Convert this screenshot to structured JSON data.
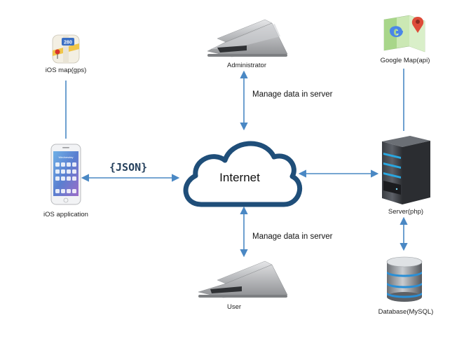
{
  "nodes": {
    "ios_map": {
      "label": "iOS map(gps)",
      "icon": "apple-maps-icon",
      "badge": "280"
    },
    "ios_app": {
      "label": "iOS application",
      "icon": "iphone-icon",
      "screen_title": "Wednesday"
    },
    "admin": {
      "label": "Administrator",
      "icon": "laptop-icon"
    },
    "user": {
      "label": "User",
      "icon": "laptop-icon"
    },
    "internet": {
      "label": "Internet",
      "icon": "cloud-icon"
    },
    "google_map": {
      "label": "Google Map(api)",
      "icon": "google-maps-icon"
    },
    "server": {
      "label": "Server(php)",
      "icon": "server-icon"
    },
    "database": {
      "label": "Database(MySQL)",
      "icon": "database-icon"
    }
  },
  "edges": {
    "top": {
      "label": "Manage data in server"
    },
    "bottom": {
      "label": "Manage data in server"
    },
    "json": {
      "label": "{JSON}"
    }
  },
  "colors": {
    "line": "#4a88c4",
    "cloud": "#1f4e79",
    "server_led": "#2aa7e0"
  }
}
